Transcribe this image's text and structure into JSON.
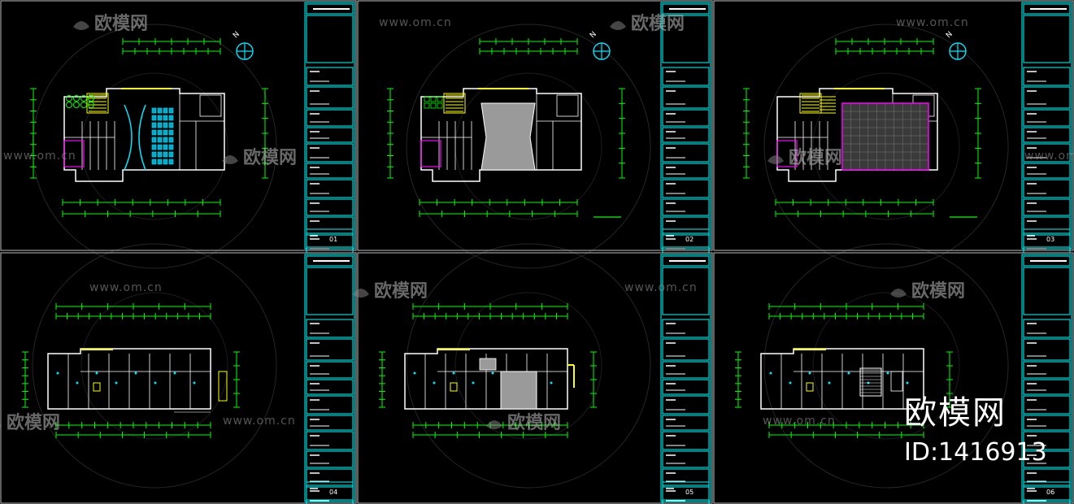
{
  "watermark": {
    "brand_cn": "欧模网",
    "site_url": "www.om.cn",
    "brand_large": "欧模网",
    "model_id": "ID:1416913"
  },
  "north_label": "N",
  "colors": {
    "background": "#000000",
    "frame_line": "#ffffff",
    "title_block": "#00ffff",
    "dimension": "#00ff00",
    "wall": "#ffffff",
    "stair": "#ffff00",
    "door": "#ff00ff",
    "hatch": "#9a9a9a",
    "fixture": "#00e5ff"
  },
  "sheets": [
    {
      "number": "01",
      "kind": "upper-floor-plan",
      "feature": "auditorium-seating"
    },
    {
      "number": "02",
      "kind": "upper-floor-plan",
      "feature": "hatched-hall"
    },
    {
      "number": "03",
      "kind": "upper-floor-plan",
      "feature": "grid-ceiling"
    },
    {
      "number": "04",
      "kind": "long-floor-plan",
      "feature": "rooms"
    },
    {
      "number": "05",
      "kind": "long-floor-plan",
      "feature": "hatched-court"
    },
    {
      "number": "06",
      "kind": "long-floor-plan",
      "feature": "stairs"
    }
  ]
}
